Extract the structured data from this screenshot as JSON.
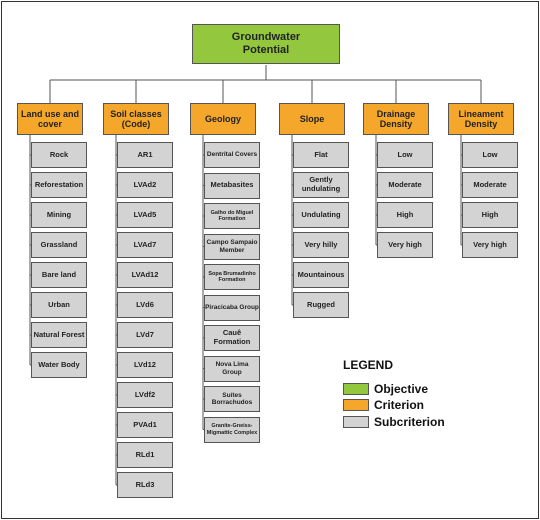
{
  "objective": {
    "label": "Groundwater Potential",
    "color": "#93c83e"
  },
  "criteria": [
    {
      "label": "Land use and cover",
      "subcriteria": [
        "Rock",
        "Reforestation",
        "Mining",
        "Grassland",
        "Bare land",
        "Urban",
        "Natural Forest",
        "Water Body"
      ]
    },
    {
      "label": "Soil classes (Code)",
      "subcriteria": [
        "AR1",
        "LVAd2",
        "LVAd5",
        "LVAd7",
        "LVAd12",
        "LVd6",
        "LVd7",
        "LVd12",
        "LVdf2",
        "PVAd1",
        "RLd1",
        "RLd3"
      ]
    },
    {
      "label": "Geology",
      "subcriteria": [
        "Dentrital Covers",
        "Metabasites",
        "Galho do Miguel Formation",
        "Campo Sampaio Member",
        "Sopa Brumadinho Formation",
        "Piracicaba Group",
        "Cauê Formation",
        "Nova Lima Group",
        "Suítes Borrachudos",
        "Granite-Gneiss-Migmattic Complex"
      ]
    },
    {
      "label": "Slope",
      "subcriteria": [
        "Flat",
        "Gently undulating",
        "Undulating",
        "Very hilly",
        "Mountainous",
        "Rugged"
      ]
    },
    {
      "label": "Drainage Density",
      "subcriteria": [
        "Low",
        "Moderate",
        "High",
        "Very high"
      ]
    },
    {
      "label": "Lineament Density",
      "subcriteria": [
        "Low",
        "Moderate",
        "High",
        "Very high"
      ]
    }
  ],
  "legend": {
    "title": "LEGEND",
    "items": [
      {
        "label": "Objective",
        "color": "#93c83e"
      },
      {
        "label": "Criterion",
        "color": "#f4a72b"
      },
      {
        "label": "Subcriterion",
        "color": "#d3d3d3"
      }
    ]
  }
}
